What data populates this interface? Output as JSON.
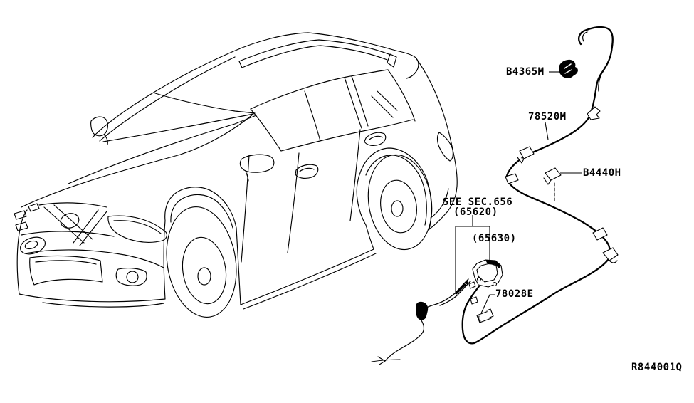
{
  "page": {
    "background_color": "#ffffff",
    "ink_color": "#000000"
  },
  "diagram": {
    "ref_code": "R844001Q",
    "callouts": {
      "grommet": "B4365M",
      "opener_cable": "78520M",
      "clip_upper": "B4440H",
      "clip_lower": "78028E",
      "see_section": "SEE SEC.656",
      "section_part_a": "(65620)",
      "section_part_b": "(65630)"
    }
  }
}
